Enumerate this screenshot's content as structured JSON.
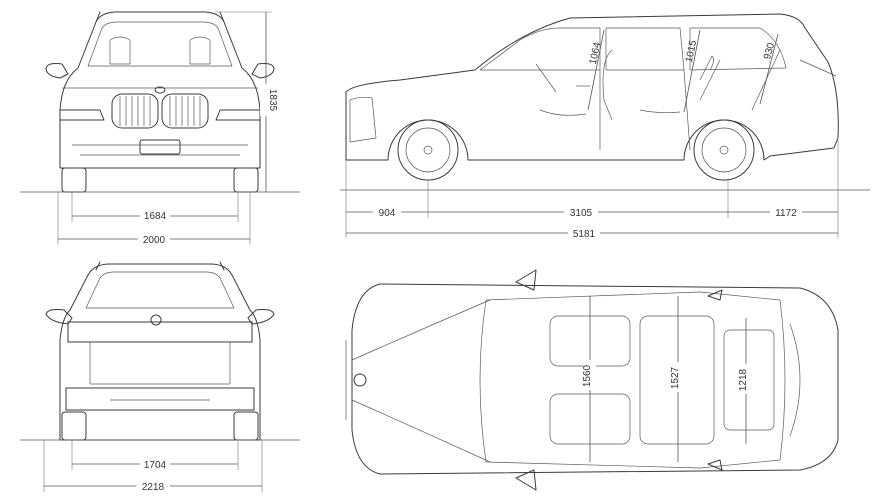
{
  "diagram": {
    "title": "Vehicle dimension drawing",
    "unit": "mm",
    "views": [
      "front",
      "side",
      "rear",
      "top"
    ],
    "dimensions": {
      "front_track": "1684",
      "width_with_mirrors_front": "2000",
      "height": "1835",
      "front_overhang": "904",
      "wheelbase": "3105",
      "rear_overhang": "1172",
      "length": "5181",
      "rear_track": "1704",
      "width_with_mirrors_rear": "2218",
      "front_headroom": "1064",
      "second_row_headroom": "1015",
      "third_row_headroom": "930",
      "front_interior_width": "1560",
      "second_row_interior_width": "1527",
      "load_width": "1218"
    }
  }
}
